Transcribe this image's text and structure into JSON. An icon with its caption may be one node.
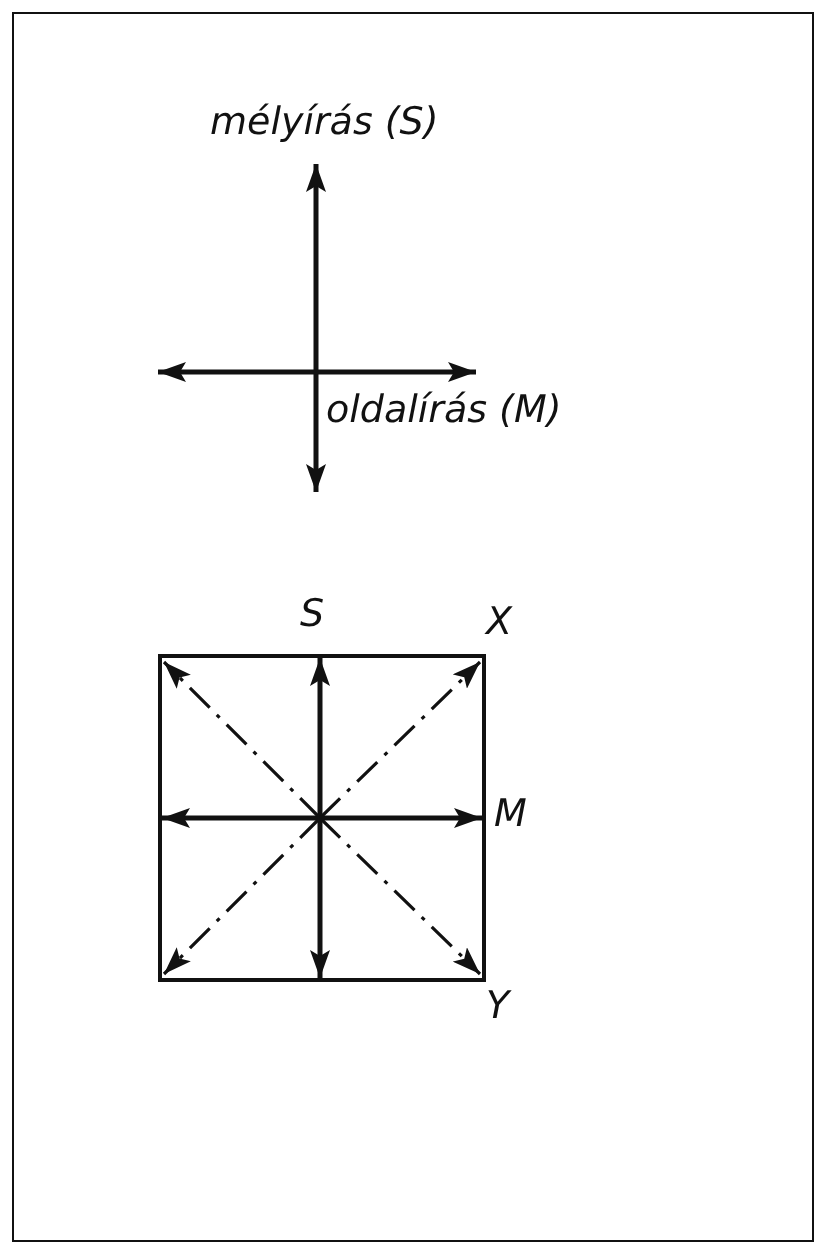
{
  "diagram": {
    "labels": [
      "mélyírás (S)",
      "oldalírás (M)",
      "S",
      "X",
      "M",
      "Y"
    ]
  }
}
